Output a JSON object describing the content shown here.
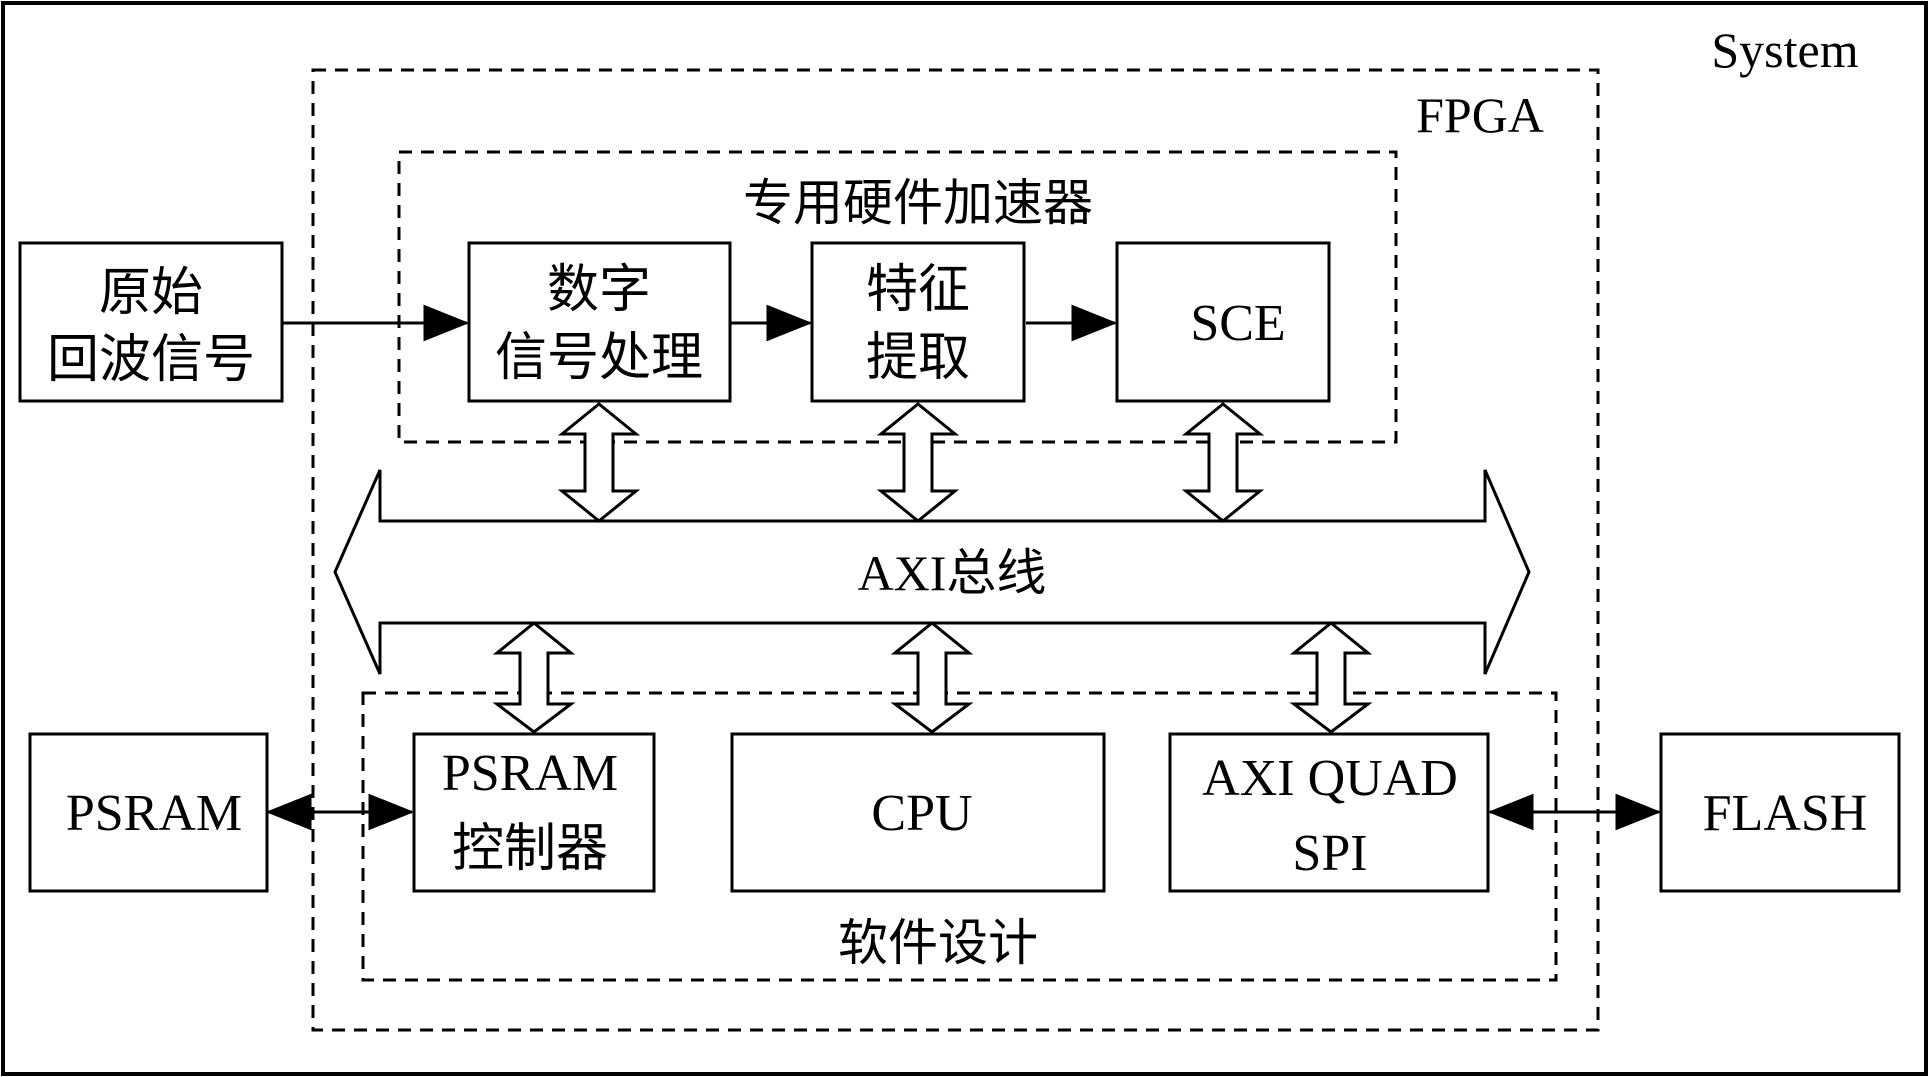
{
  "diagram": {
    "containers": {
      "system": "System",
      "fpga": "FPGA",
      "accelerator": "专用硬件加速器",
      "software": "软件设计"
    },
    "bus": "AXI总线",
    "blocks": {
      "raw_echo": [
        "原始",
        "回波信号"
      ],
      "dsp": [
        "数字",
        "信号处理"
      ],
      "feature": [
        "特征",
        "提取"
      ],
      "sce": "SCE",
      "psram": "PSRAM",
      "psram_ctrl": [
        "PSRAM",
        "控制器"
      ],
      "cpu": "CPU",
      "qspi": [
        "AXI QUAD",
        "SPI"
      ],
      "flash": "FLASH"
    }
  }
}
